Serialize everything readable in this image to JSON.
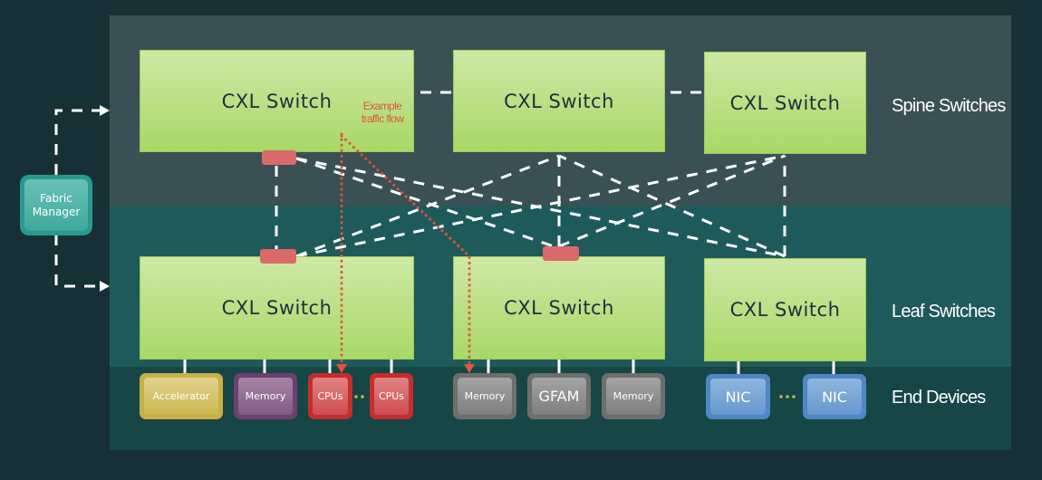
{
  "bands": {
    "spine": "Spine Switches",
    "leaf": "Leaf Switches",
    "end": "End Devices"
  },
  "switch_label": "CXL Switch",
  "spine_switches": [
    "CXL Switch",
    "CXL Switch",
    "CXL Switch"
  ],
  "leaf_switches": [
    "CXL Switch",
    "CXL Switch",
    "CXL Switch"
  ],
  "fabric_manager": "Fabric Manager",
  "traffic_flow_label": "Example traffic flow",
  "devices": [
    {
      "label": "Accelerator",
      "color": "#d9c36a"
    },
    {
      "label": "Memory",
      "color": "#8a5f8a"
    },
    {
      "label": "CPUs",
      "color": "#d65252"
    },
    {
      "label": "CPUs",
      "color": "#d65252"
    },
    {
      "label": "Memory",
      "color": "#8a8a8a"
    },
    {
      "label": "GFAM",
      "color": "#8a8a8a"
    },
    {
      "label": "Memory",
      "color": "#8a8a8a"
    },
    {
      "label": "NIC",
      "color": "#6a9fd6"
    },
    {
      "label": "NIC",
      "color": "#6a9fd6"
    }
  ],
  "ellipsis": "••",
  "colors": {
    "switch": "#b8de7e",
    "port": "#d96a6a",
    "flow": "#e0553c",
    "link": "#ffffff"
  }
}
